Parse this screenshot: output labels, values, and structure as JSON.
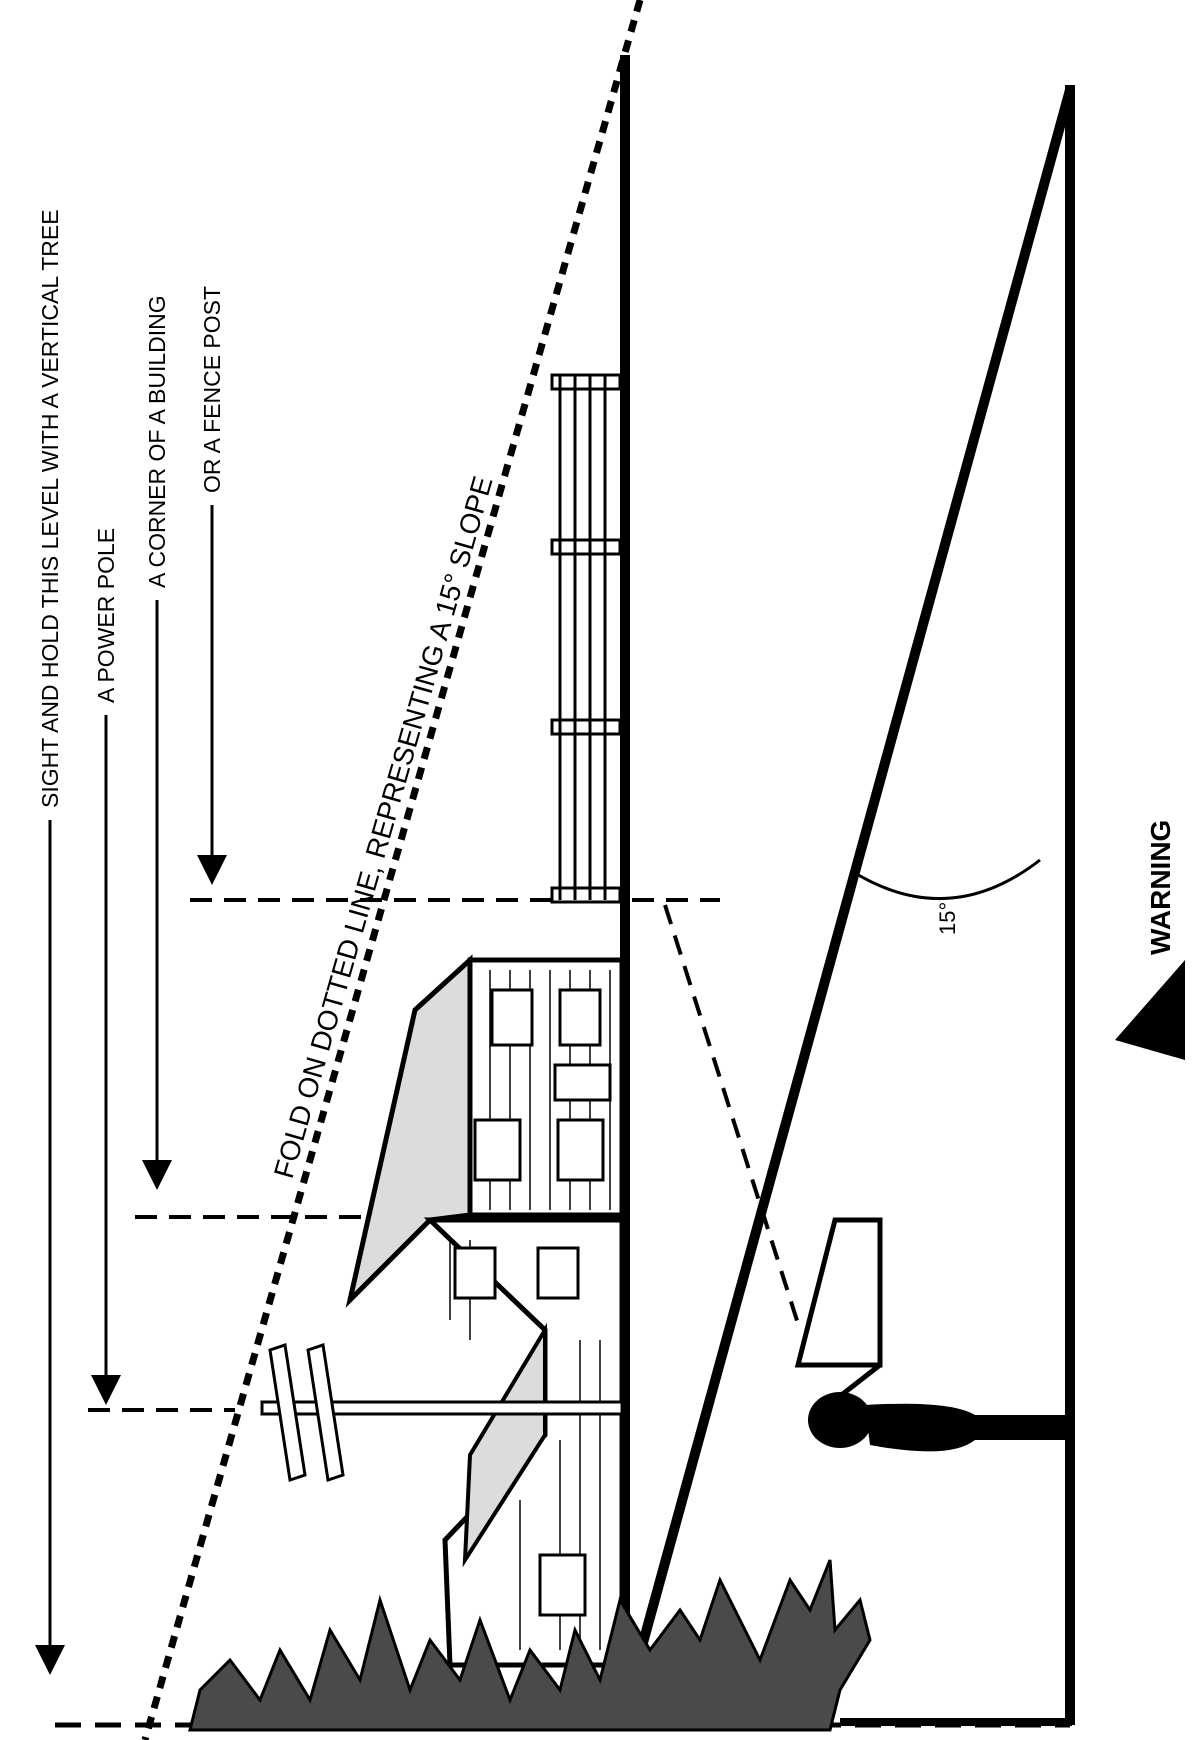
{
  "labels": {
    "tree": "SIGHT AND HOLD THIS LEVEL WITH A VERTICAL TREE",
    "power_pole": "A POWER POLE",
    "building": "A CORNER OF A BUILDING",
    "fence_post": "OR A FENCE POST",
    "fold": "FOLD ON DOTTED LINE, REPRESENTING A 15° SLOPE",
    "angle": "15°",
    "warning": "WARNING"
  },
  "colors": {
    "ink": "#000000",
    "fire": "#4a4a4a",
    "roof": "#dcdcdc",
    "paper": "#ffffff"
  },
  "icons": {
    "warning": "warning-triangle-icon"
  }
}
